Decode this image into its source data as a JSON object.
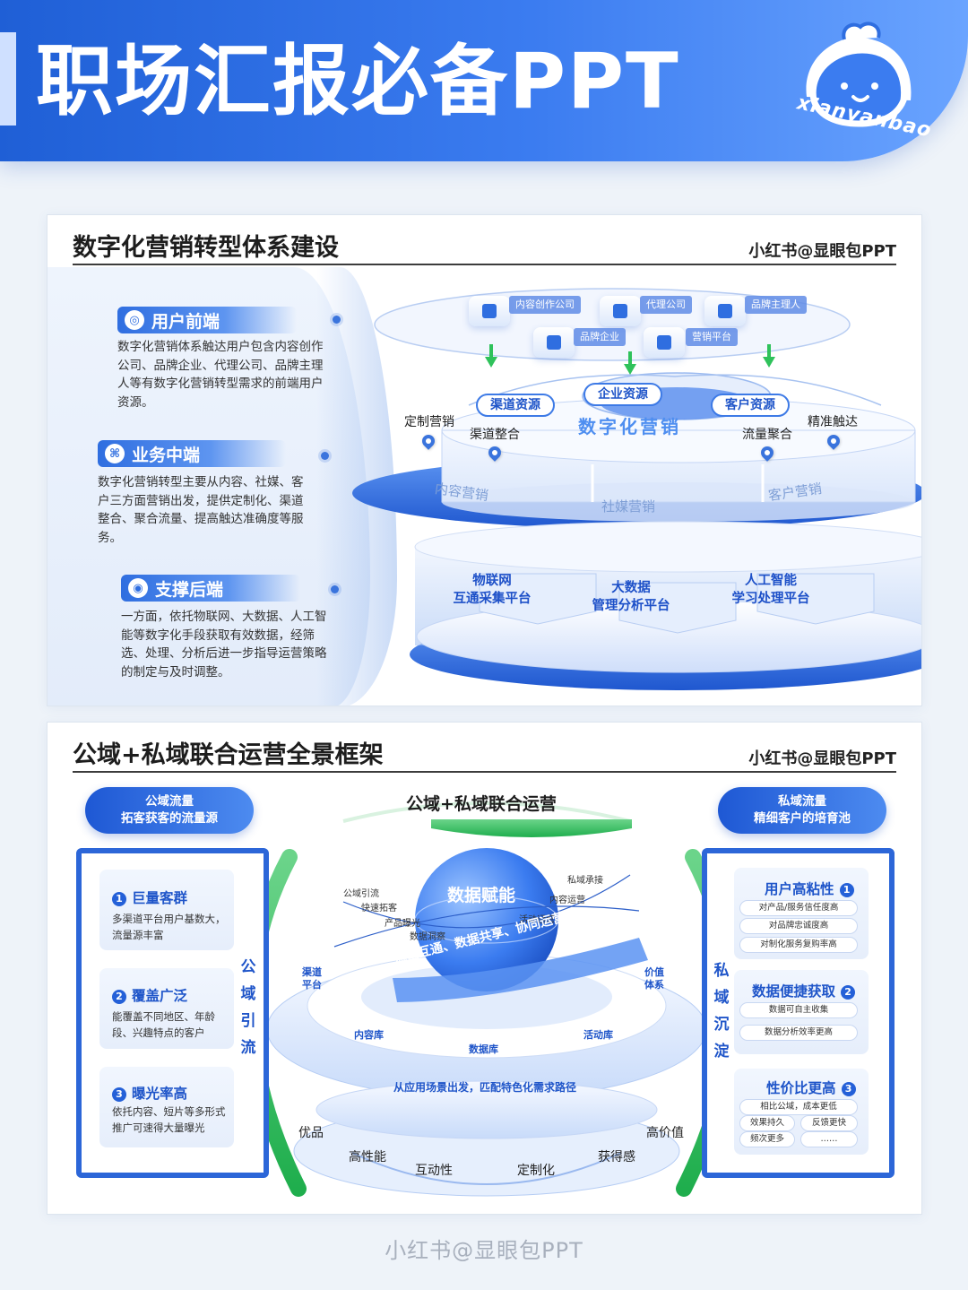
{
  "header": {
    "title": "职场汇报必备PPT",
    "logo_word": "xianyanbao"
  },
  "card1": {
    "title": "数字化营销转型体系建设",
    "signature": "小红书@显眼包PPT",
    "sections": [
      {
        "title": "用户前端",
        "text": "数字化营销体系触达用户包含内容创作公司、品牌企业、代理公司、品牌主理人等有数字化营销转型需求的前端用户资源。"
      },
      {
        "title": "业务中端",
        "text": "数字化营销转型主要从内容、社媒、客户三方面营销出发，提供定制化、渠道整合、聚合流量、提高触达准确度等服务。"
      },
      {
        "title": "支撑后端",
        "text": "一方面，依托物联网、大数据、人工智能等数字化手段获取有效数据，经筛选、处理、分析后进一步指导运营策略的制定与及时调整。"
      }
    ],
    "top_nodes": [
      "内容创作公司",
      "代理公司",
      "品牌主理人",
      "品牌企业",
      "营销平台"
    ],
    "resources": [
      "渠道资源",
      "企业资源",
      "客户资源"
    ],
    "center_word": "数字化营销",
    "services": [
      "定制营销",
      "渠道整合",
      "流量聚合",
      "精准触达"
    ],
    "ring_words": [
      "内容营销",
      "社媒营销",
      "客户营销"
    ],
    "platforms": [
      {
        "line1": "物联网",
        "line2": "互通采集平台"
      },
      {
        "line1": "大数据",
        "line2": "管理分析平台"
      },
      {
        "line1": "人工智能",
        "line2": "学习处理平台"
      }
    ]
  },
  "card2": {
    "title": "公域+私域联合运营全景框架",
    "signature": "小红书@显眼包PPT",
    "center_title": "公域+私域联合运营",
    "left_cap": {
      "line1": "公域流量",
      "line2": "拓客获客的流量源"
    },
    "right_cap": {
      "line1": "私域流量",
      "line2": "精细客户的培育池"
    },
    "left_vertical": "公域引流",
    "right_vertical": "私域沉淀",
    "left_items": [
      {
        "num": "1",
        "title": "巨量客群",
        "text": "多渠道平台用户基数大，流量源丰富"
      },
      {
        "num": "2",
        "title": "覆盖广泛",
        "text": "能覆盖不同地区、年龄段、兴趣特点的客户"
      },
      {
        "num": "3",
        "title": "曝光率高",
        "text": "依托内容、短片等多形式推广可速得大量曝光"
      }
    ],
    "right_items": [
      {
        "num": "1",
        "title": "用户高粘性",
        "chips": [
          "对产品/服务信任度高",
          "对品牌忠诚度高",
          "对制化服务复购率高"
        ]
      },
      {
        "num": "2",
        "title": "数据便捷获取",
        "chips": [
          "数据可自主收集",
          "数据分析效率更高"
        ]
      },
      {
        "num": "3",
        "title": "性价比更高",
        "chips": [
          "相比公域，成本更低",
          "效果持久",
          "反馈更快",
          "频次更多",
          "……"
        ]
      }
    ],
    "globe_word": "数据赋能",
    "globe_left_labels": [
      "公域引流",
      "快速拓客",
      "产品曝光",
      "数据洞察"
    ],
    "globe_right_labels": [
      "私域承接",
      "内容运营",
      "活动运营"
    ],
    "arc_text": "流量互通、数据共享、协同运营",
    "ring_labels": [
      "渠道平台",
      "价值体系",
      "内容库",
      "数据库",
      "活动库"
    ],
    "bottom_arc_text": "从应用场景出发，匹配特色化需求路径",
    "bottom_labels": [
      "优品",
      "高性能",
      "互动性",
      "定制化",
      "获得感",
      "高价值"
    ]
  },
  "footer": "小红书@显眼包PPT"
}
